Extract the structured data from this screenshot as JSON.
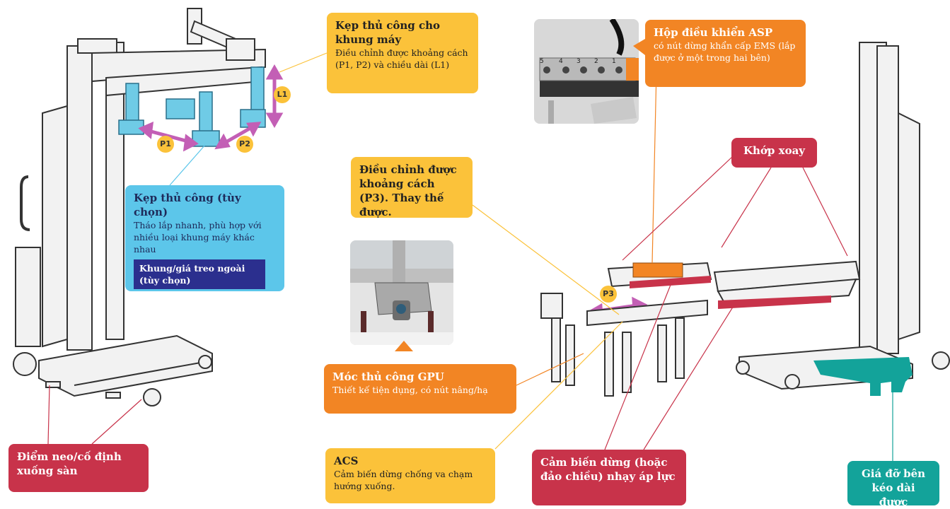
{
  "callouts": {
    "frame_clamp": {
      "title": "Kẹp thủ công cho khung máy",
      "desc": "Điều chỉnh được khoảng cách (P1, P2) và chiều dài (L1)"
    },
    "asp_box": {
      "title": "Hộp điều khiển ASP",
      "desc": "có nút dừng khẩn cấp EMS (lắp được ở một trong hai bên)"
    },
    "rotary_joint": {
      "title": "Khớp xoay"
    },
    "p3_adjust": {
      "title": "Điều chỉnh được khoảng cách (P3). Thay thế được."
    },
    "manual_clamp": {
      "title": "Kẹp thủ công (tùy chọn)",
      "desc": "Tháo lắp nhanh, phù hợp với nhiều loại khung máy khác nhau",
      "sub": "Khung/giá treo ngoài (tùy chọn)"
    },
    "gpu_hook": {
      "title": "Móc thủ công GPU",
      "desc": "Thiết kế tiện dụng, có nút nâng/hạ"
    },
    "anchor": {
      "title": "Điểm neo/cố định xuống sàn"
    },
    "acs": {
      "title": "ACS",
      "desc": "Cảm biến dừng chống va chạm hướng xuống."
    },
    "stop_sensor": {
      "title": "Cảm biến dừng (hoặc đảo chiều) nhạy áp lực"
    },
    "side_support": {
      "title": "Giá đỡ bên kéo dài được"
    }
  },
  "markers": {
    "p1": "P1",
    "p2": "P2",
    "l1": "L1",
    "p3": "P3"
  },
  "asp_panel_numbers": [
    "5",
    "4",
    "3",
    "2",
    "1"
  ],
  "colors": {
    "yellow": "#fbc23a",
    "orange": "#f28524",
    "red": "#c8334a",
    "teal": "#13a39a",
    "blue": "#5cc6ea",
    "navy": "#2b2f8e",
    "purple": "#c35fb5"
  }
}
